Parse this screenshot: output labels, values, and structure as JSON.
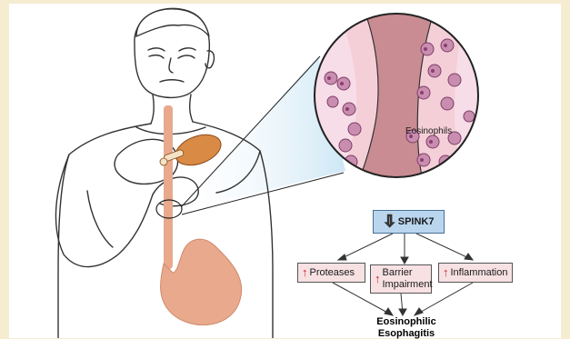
{
  "labels": {
    "eosinophils": "Eosinophils",
    "gene": "SPINK7",
    "gene_direction_icon": "down-arrow-icon",
    "effect_direction_icon": "up-arrow-icon",
    "effects": [
      "Proteases",
      "Barrier Impairment",
      "Inflammation"
    ],
    "outcome_line1": "Eosinophilic",
    "outcome_line2": "Esophagitis"
  },
  "colors": {
    "background": "#f6ecd2",
    "gene_box": "#b9d6ee",
    "effect_box": "#f7e1e3",
    "arrow_up": "#d0232b",
    "esophagus": "#e8a98d",
    "eosinophil": "#c98db0",
    "zoom_cone": "#bfe0f2"
  }
}
